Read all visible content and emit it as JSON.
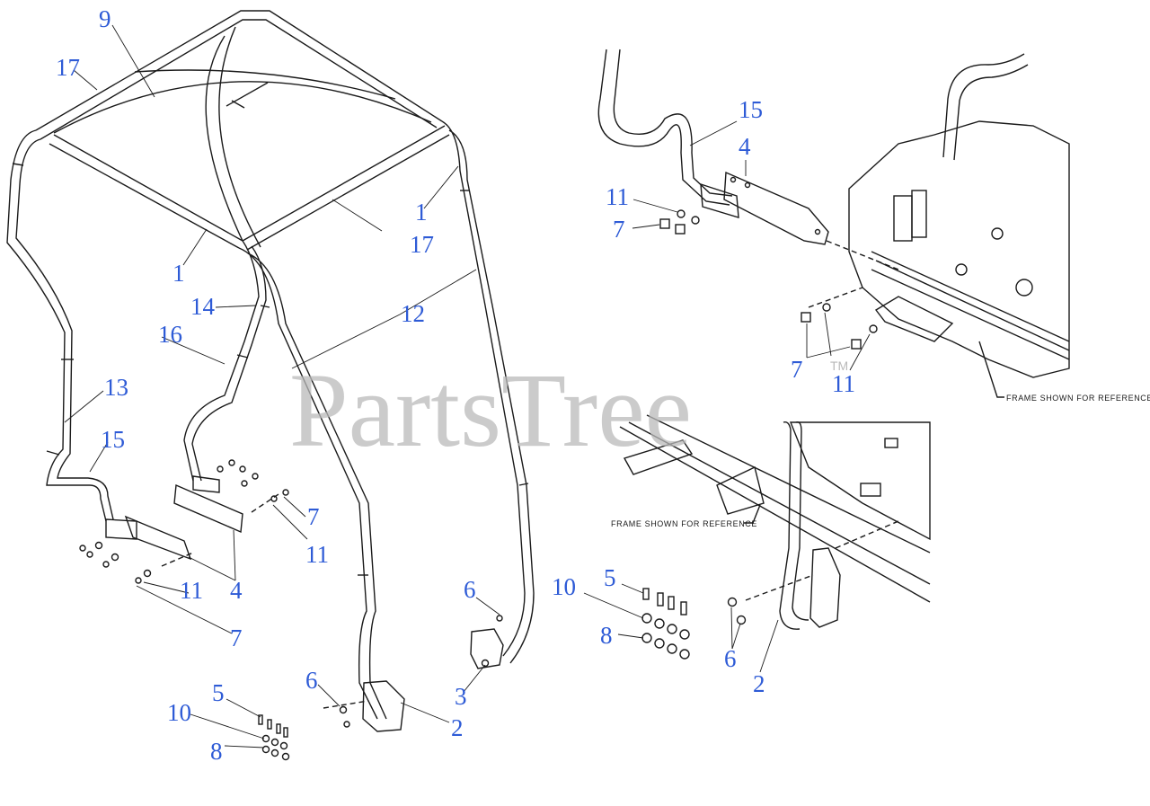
{
  "watermark": {
    "text": "PartsTree",
    "mark": "TM"
  },
  "notes": {
    "frame_ref_right": "FRAME SHOWN FOR REFERENCE",
    "frame_ref_mid": "FRAME SHOWN FOR REFERENCE"
  },
  "callouts": {
    "c9": "9",
    "c17a": "17",
    "c17b": "17",
    "c1a": "1",
    "c1b": "1",
    "c14": "14",
    "c12": "12",
    "c16": "16",
    "c13": "13",
    "c15a": "15",
    "c7a": "7",
    "c11a": "11",
    "c11b": "11",
    "c4a": "4",
    "c7b": "7",
    "c6a": "6",
    "c3": "3",
    "c5a": "5",
    "c10a": "10",
    "c6b": "6",
    "c8a": "8",
    "c2a": "2",
    "c15b": "15",
    "c4b": "4",
    "c11c": "11",
    "c7c": "7",
    "c7d": "7",
    "c11d": "11",
    "c5b": "5",
    "c10b": "10",
    "c8b": "8",
    "c6c": "6",
    "c2b": "2"
  },
  "colors": {
    "callout": "#2e5bd6",
    "line": "#1a1a1a",
    "watermark": "#b9b9b9"
  }
}
